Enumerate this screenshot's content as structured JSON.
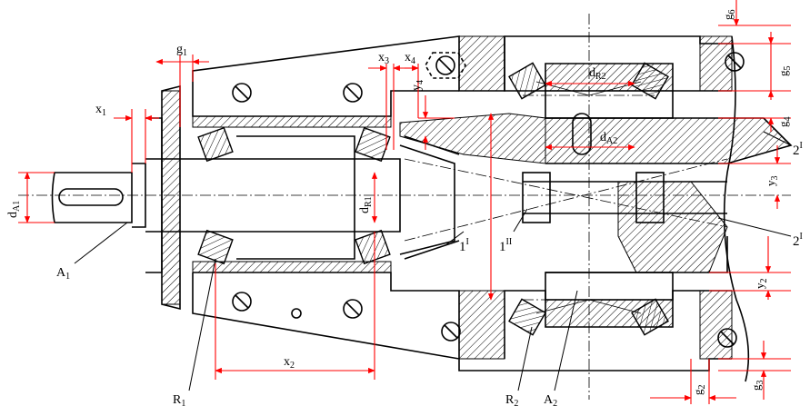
{
  "labels": {
    "g1": {
      "main": "g",
      "sub": "1"
    },
    "x1": {
      "main": "x",
      "sub": "1"
    },
    "x3": {
      "main": "x",
      "sub": "3"
    },
    "x4": {
      "main": "x",
      "sub": "4"
    },
    "y4": {
      "main": "y",
      "sub": "4"
    },
    "dA1": {
      "main": "d",
      "sub": "A1"
    },
    "A1": {
      "main": "A",
      "sub": "1"
    },
    "R1": {
      "main": "R",
      "sub": "1"
    },
    "x2": {
      "main": "x",
      "sub": "2"
    },
    "dR1": {
      "main": "d",
      "sub": "R1"
    },
    "oneI": {
      "main": "1",
      "sup": "I"
    },
    "oneII": {
      "main": "1",
      "sup": "II"
    },
    "dR2": {
      "main": "d",
      "sub": "R2"
    },
    "dA2": {
      "main": "d",
      "sub": "A2"
    },
    "R2": {
      "main": "R",
      "sub": "2"
    },
    "A2": {
      "main": "A",
      "sub": "2"
    },
    "g6": {
      "main": "g",
      "sub": "6"
    },
    "g5": {
      "main": "g",
      "sub": "5"
    },
    "g4": {
      "main": "g",
      "sub": "4"
    },
    "twoI_top": {
      "main": "2",
      "sup": "I"
    },
    "twoI_mid": {
      "main": "2",
      "sup": "I"
    },
    "y3": {
      "main": "y",
      "sub": "3"
    },
    "y2": {
      "main": "y",
      "sub": "2"
    },
    "g2": {
      "main": "g",
      "sub": "2"
    },
    "g3": {
      "main": "g",
      "sub": "3"
    }
  },
  "colors": {
    "dimension": "#ff0000",
    "drawing": "#000000"
  }
}
